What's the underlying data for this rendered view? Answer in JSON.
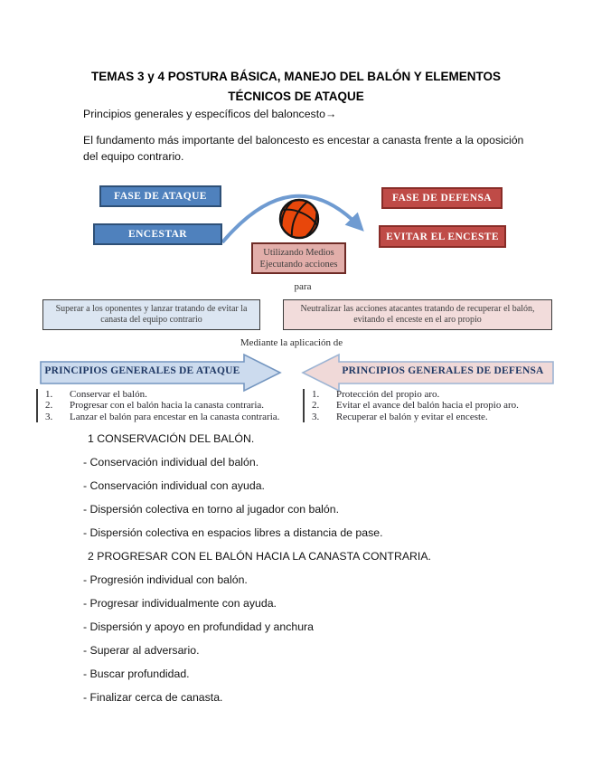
{
  "page": {
    "title_line1": "TEMAS 3 y 4 POSTURA BÁSICA, MANEJO DEL BALÓN Y ELEMENTOS",
    "title_line2": "TÉCNICOS DE ATAQUE",
    "intro1": "Principios generales y específicos del baloncesto→",
    "intro2": "El fundamento más importante del baloncesto es encestar a canasta frente a la oposición del equipo contrario."
  },
  "diagram": {
    "attack_phase": "FASE DE ATAQUE",
    "score": "ENCESTAR",
    "defense_phase": "FASE DE DEFENSA",
    "avoid_score": "EVITAR EL ENCESTE",
    "means_line1": "Utilizando Medios",
    "means_line2": "Ejecutando acciones",
    "para_label": "para",
    "attack_goal": "Superar a los oponentes y lanzar tratando de evitar la canasta del equipo contrario",
    "defense_goal": "Neutralizar las acciones atacantes tratando de recuperar el balón, evitando el enceste en el aro propio",
    "mediante_label": "Mediante la aplicación  de",
    "attack_principles_title": "PRINCIPIOS GENERALES DE ATAQUE",
    "defense_principles_title": "PRINCIPIOS GENERALES DE DEFENSA",
    "attack_principles": [
      "Conservar el balón.",
      "Progresar con el balón hacia la canasta contraria.",
      "Lanzar el balón para encestar en la canasta contraria."
    ],
    "defense_principles": [
      "Protección del propio aro.",
      "Evitar el avance del balón hacia el propio aro.",
      "Recuperar el balón y evitar el enceste."
    ],
    "icons": {
      "basketball-icon": "orange basketball with black seams",
      "curved-flow-arrow": "blue arc arrow from ENCESTAR to EVITAR EL ENCESTE"
    },
    "colors": {
      "accent_blue": "#4f81bd",
      "accent_red": "#bf4b47",
      "light_blue": "#dce6f2",
      "light_pink": "#f2dcdb",
      "means_pink": "#e2aeaa",
      "flow_arrow_blue": "#6f9bd1",
      "ball_orange": "#e8470b",
      "arrow_text_navy": "#1f3864"
    }
  },
  "sections": [
    {
      "heading": "1 CONSERVACIÓN DEL BALÓN.",
      "items": [
        "- Conservación individual del balón.",
        "- Conservación individual con ayuda.",
        "- Dispersión colectiva en torno al jugador con balón.",
        "- Dispersión colectiva en espacios libres a distancia de pase."
      ]
    },
    {
      "heading": "2 PROGRESAR CON EL BALÓN HACIA LA CANASTA CONTRARIA.",
      "items": [
        "- Progresión individual con balón.",
        "- Progresar individualmente con ayuda.",
        "- Dispersión y apoyo en profundidad y anchura",
        "- Superar al adversario.",
        "- Buscar profundidad.",
        "- Finalizar cerca de canasta."
      ]
    }
  ]
}
